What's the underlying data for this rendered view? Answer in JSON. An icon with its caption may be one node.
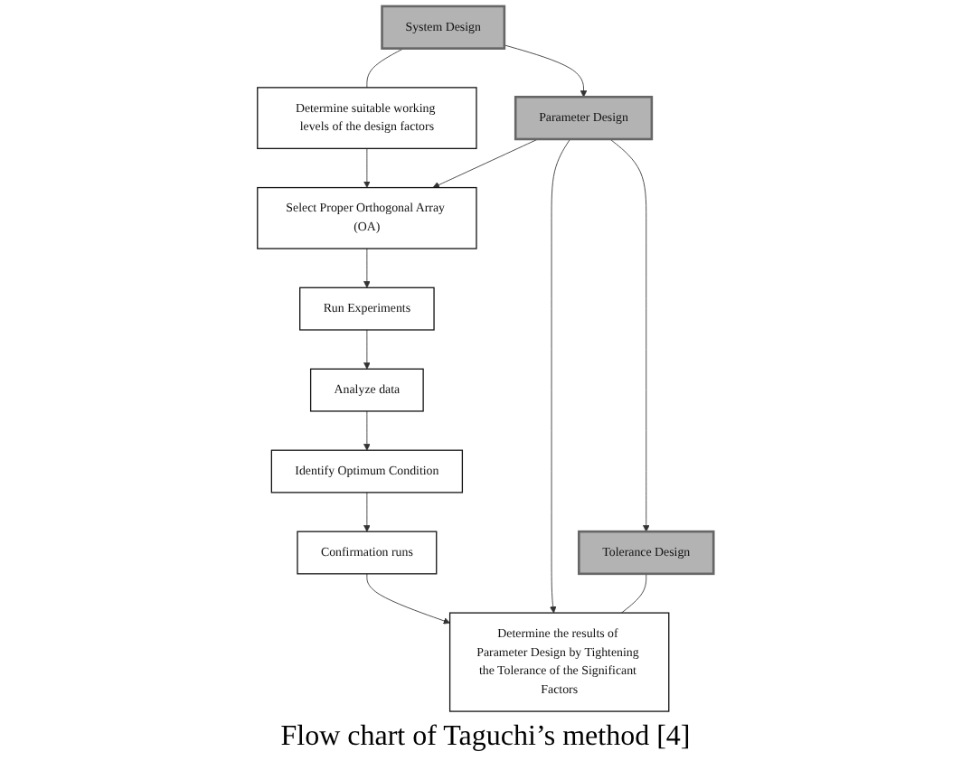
{
  "diagram": {
    "caption": "Flow chart of Taguchi’s method [4]",
    "nodes": [
      {
        "text": [
          "System Design"
        ]
      },
      {
        "text": [
          "Parameter Design"
        ]
      },
      {
        "text": [
          "Tolerance Design"
        ]
      },
      {
        "text": [
          "Determine suitable working levels of the design factors"
        ]
      },
      {
        "text": [
          "Select Proper Orthogonal Array (OA)"
        ]
      },
      {
        "text": [
          "Run Experiments"
        ]
      },
      {
        "text": [
          "Analyze data"
        ]
      },
      {
        "text": [
          "Identify Optimum Condition"
        ]
      },
      {
        "text": [
          "Confirmation runs"
        ]
      },
      {
        "text": [
          "Determine the results of Parameter Design by Tightening the Tolerance of the Significant Factors"
        ]
      }
    ],
    "edges": [
      {
        "from": 0,
        "to": 1,
        "arrow": "to"
      },
      {
        "from": 1,
        "to": 2,
        "arrow": "to"
      },
      {
        "from": 0,
        "to": 3,
        "arrow": "none"
      },
      {
        "from": 3,
        "to": 4,
        "arrow": "to"
      },
      {
        "from": 1,
        "to": 4,
        "arrow": "to"
      },
      {
        "from": 4,
        "to": 5,
        "arrow": "to"
      },
      {
        "from": 5,
        "to": 6,
        "arrow": "to"
      },
      {
        "from": 6,
        "to": 7,
        "arrow": "to"
      },
      {
        "from": 7,
        "to": 8,
        "arrow": "to"
      },
      {
        "from": 8,
        "to": 9,
        "arrow": "to"
      },
      {
        "from": 1,
        "to": 9,
        "arrow": "to"
      },
      {
        "from": 2,
        "to": 9,
        "arrow": "none"
      }
    ]
  }
}
